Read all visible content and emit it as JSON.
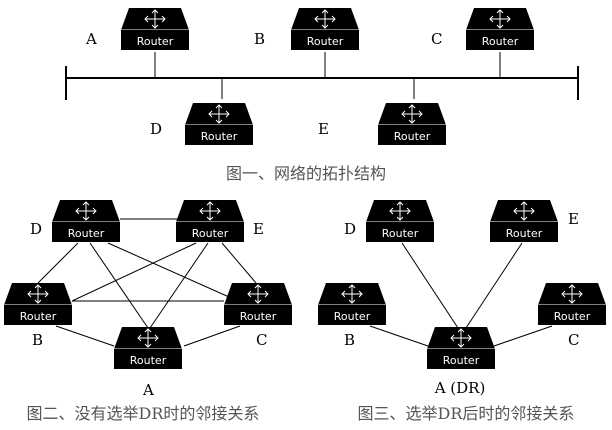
{
  "router_text": "Router",
  "captions": {
    "fig1": "图一、网络的拓扑结构",
    "fig2": "图二、没有选举DR时的邻接关系",
    "fig3": "图三、选举DR后时的邻接关系"
  },
  "fig1": {
    "labels": {
      "A": "A",
      "B": "B",
      "C": "C",
      "D": "D",
      "E": "E"
    }
  },
  "fig2": {
    "labels": {
      "A": "A",
      "B": "B",
      "C": "C",
      "D": "D",
      "E": "E"
    }
  },
  "fig3": {
    "labels": {
      "A": "A (DR)",
      "B": "B",
      "C": "C",
      "D": "D",
      "E": "E"
    }
  }
}
